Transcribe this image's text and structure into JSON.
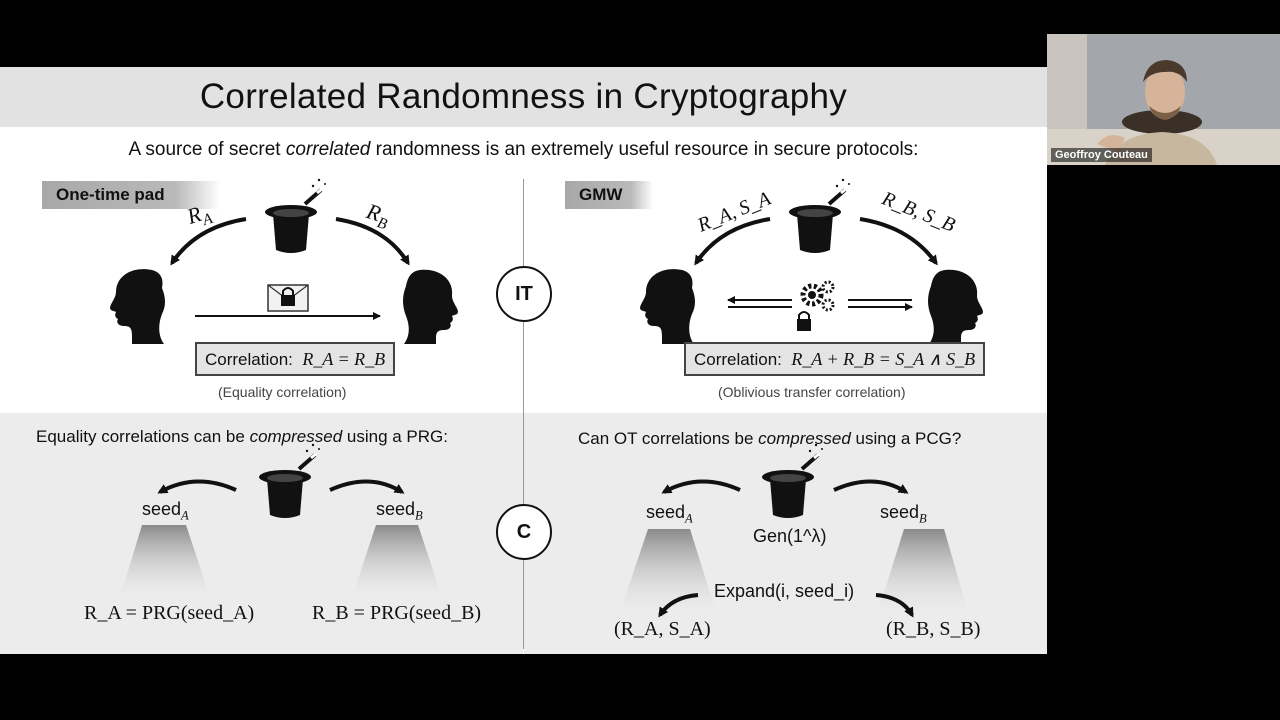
{
  "slide": {
    "title": "Correlated Randomness in Cryptography",
    "subtitle_pre": "A source of secret ",
    "subtitle_em": "correlated",
    "subtitle_post": " randomness is an extremely useful resource in secure protocols:",
    "left_top": {
      "badge": "One-time pad",
      "arrow_left_label": "R",
      "arrow_left_sub": "A",
      "arrow_right_label": "R",
      "arrow_right_sub": "B",
      "correlation_prefix": "Correlation:",
      "correlation_math": "R_A = R_B",
      "caption": "(Equality correlation)"
    },
    "right_top": {
      "badge": "GMW",
      "arrow_left_label": "R_A, S_A",
      "arrow_right_label": "R_B, S_B",
      "correlation_prefix": "Correlation:",
      "correlation_math": "R_A + R_B = S_A ∧ S_B",
      "caption": "(Oblivious transfer correlation)"
    },
    "center_top_label": "IT",
    "center_bottom_label": "C",
    "left_bottom": {
      "question_pre": "Equality correlations can be ",
      "question_em": "compressed",
      "question_post": " using a PRG:",
      "seed_a": "seed",
      "seed_a_sub": "A",
      "seed_b": "seed",
      "seed_b_sub": "B",
      "output_a": "R_A = PRG(seed_A)",
      "output_b": "R_B = PRG(seed_B)"
    },
    "right_bottom": {
      "question_pre": "Can OT correlations be ",
      "question_em": "compressed",
      "question_post": " using a PCG?",
      "seed_a": "seed",
      "seed_a_sub": "A",
      "seed_b": "seed",
      "seed_b_sub": "B",
      "gen": "Gen(1^λ)",
      "expand": "Expand(i, seed_i)",
      "output_a": "(R_A, S_A)",
      "output_b": "(R_B, S_B)"
    }
  },
  "webcam": {
    "speaker_name": "Geoffroy Couteau"
  },
  "icons": [
    "top-hat-icon",
    "magic-wand-icon",
    "person-head-icon",
    "envelope-lock-icon",
    "gears-icon",
    "padlock-icon"
  ]
}
